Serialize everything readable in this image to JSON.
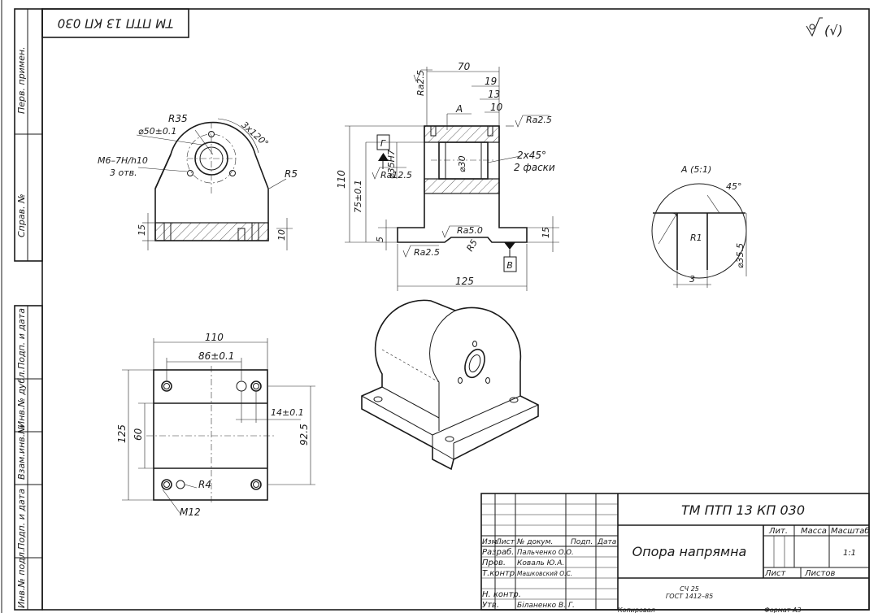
{
  "drawing": {
    "stamp_code_top": "ТМ ПТП 13 КП 030",
    "surface_mark": "(√)"
  },
  "side_strip": {
    "labels": [
      "Перв. примен.",
      "Справ. №",
      "Подп. и дата",
      "Инв.№ дубл.",
      "Взам.инв.№",
      "Подп. и дата",
      "Инв.№ подл."
    ]
  },
  "front_view": {
    "r35": "R35",
    "phi50": "⌀50±0.1",
    "angles": "3х120°",
    "thread": "М6–7Н/h10",
    "holes": "3 отв.",
    "r5": "R5",
    "dim15": "15",
    "dim10": "10"
  },
  "section_view": {
    "d70": "70",
    "d19": "19",
    "d13": "13",
    "d10": "10",
    "ra25_top": "Ra2.5",
    "ra25_right": "Ra2.5",
    "ra125": "Ra12.5",
    "ra50": "Ra5.0",
    "ra25_bottom": "Ra2.5",
    "label_a": "А",
    "label_g": "Г",
    "label_v": "В",
    "d110": "110",
    "d75": "75±0.1",
    "d35": "⌀35Н7",
    "d30": "⌀30",
    "chamfer": "2х45°",
    "chamfer_note": "2 фаски",
    "d5": "5",
    "d15": "15",
    "r5": "R5",
    "d125": "125"
  },
  "detail_a": {
    "label": "А (5:1)",
    "angle": "45°",
    "r1": "R1",
    "d3": "3",
    "d355": "⌀35.5"
  },
  "top_view": {
    "d110": "110",
    "d86": "86±0.1",
    "d125": "125",
    "d60": "60",
    "d14": "14±0.1",
    "d925": "92.5",
    "r4": "R4",
    "m12": "М12"
  },
  "title_block": {
    "code": "ТМ ПТП 13 КП 030",
    "name": "Опора напрямна",
    "material_1": "СЧ 25",
    "material_2": "ГОСТ 1412–85",
    "col_izm": "Изм.",
    "col_list": "Лист",
    "col_doc": "№ докум.",
    "col_sign": "Подп.",
    "col_date": "Дата",
    "row_razrab": "Разраб.",
    "row_prov": "Пров.",
    "row_tkontr": "Т.контр.",
    "row_nkontr": "Н. контр.",
    "row_utv": "Утв.",
    "name_razrab": "Пальченко О.О.",
    "name_prov": "Коваль Ю.А.",
    "name_tkontr": "Машковский О.С.",
    "name_utv": "Біланенко В. Г.",
    "lit": "Лит.",
    "massa": "Масса",
    "masshtab": "Масштаб",
    "scale_val": "1:1",
    "list": "Лист",
    "listov": "Листов",
    "kopir": "Копировал",
    "format": "Формат А3"
  }
}
